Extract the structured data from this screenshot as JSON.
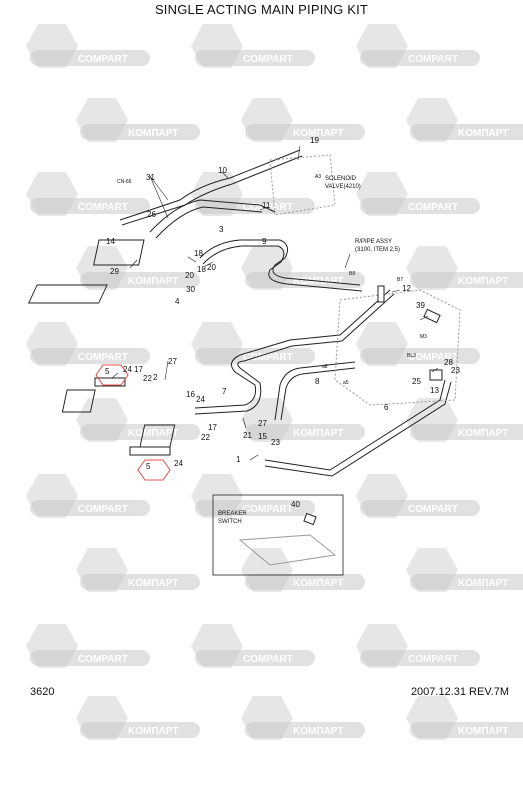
{
  "title": "SINGLE ACTING MAIN PIPING KIT",
  "page_number": "3620",
  "date_revision": "2007.12.31  REV.7M",
  "watermark_words": [
    "COMPART",
    "KOMПAPT"
  ],
  "part_labels": [
    "1",
    "2",
    "3",
    "4",
    "5",
    "5",
    "6",
    "7",
    "8",
    "9",
    "10",
    "11",
    "12",
    "13",
    "14",
    "15",
    "16",
    "17",
    "17",
    "18",
    "18",
    "19",
    "20",
    "20",
    "21",
    "22",
    "22",
    "23",
    "23",
    "24",
    "24",
    "24",
    "25",
    "26",
    "27",
    "27",
    "28",
    "29",
    "30",
    "31",
    "39",
    "40"
  ],
  "notes": {
    "solenoid": [
      "SOLENOID",
      "VALVE(4210)"
    ],
    "pipe_assy": [
      "R/PIPE ASSY",
      "(3100, ITEM 2,5)"
    ],
    "breaker": [
      "BREAKER",
      "SWITCH"
    ],
    "port_labels": [
      "CN-66",
      "A3",
      "B8",
      "B7",
      "M3",
      "BL3",
      "a8",
      "a5"
    ]
  },
  "colors": {
    "line": "#222222",
    "watermark": "#c8c8c8",
    "highlight": "#e05050"
  }
}
